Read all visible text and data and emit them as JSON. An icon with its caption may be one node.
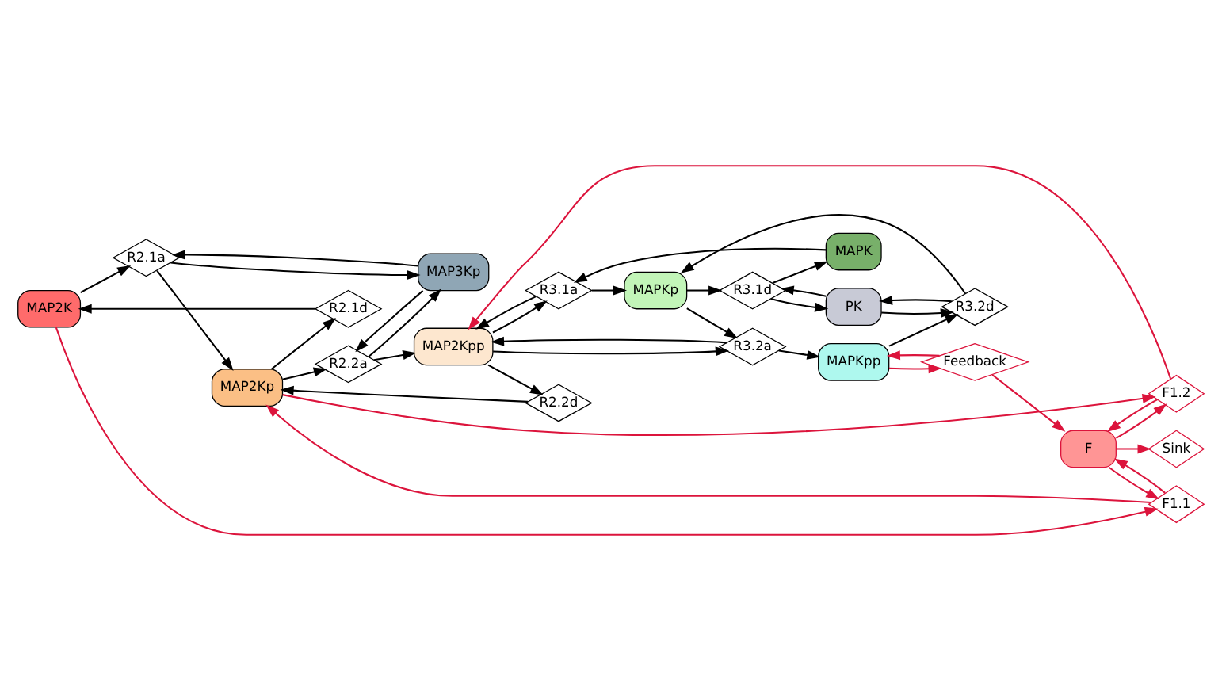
{
  "diagram": {
    "nodes": [
      {
        "text": [
          "MAP2K"
        ]
      },
      {
        "text": [
          "R2.1d"
        ]
      },
      {
        "text": [
          "R2.1a"
        ]
      },
      {
        "text": [
          "MAP2Kp"
        ]
      },
      {
        "text": [
          "R2.2d"
        ]
      },
      {
        "text": [
          "MAPK"
        ]
      },
      {
        "text": [
          "F1.1"
        ]
      },
      {
        "text": [
          "R3.1a"
        ]
      },
      {
        "text": [
          "R3.1d"
        ]
      },
      {
        "text": [
          "MAP3Kp"
        ]
      },
      {
        "text": [
          "R2.2a"
        ]
      },
      {
        "text": [
          "MAP2Kpp"
        ]
      },
      {
        "text": [
          "MAPKp"
        ]
      },
      {
        "text": [
          "PK"
        ]
      },
      {
        "text": [
          "F"
        ]
      },
      {
        "text": [
          "F1.2"
        ]
      },
      {
        "text": [
          "R3.2a"
        ]
      },
      {
        "text": [
          "R3.2d"
        ]
      },
      {
        "text": [
          "Sink"
        ]
      },
      {
        "text": [
          "Feedback"
        ]
      },
      {
        "text": [
          "MAPKpp"
        ]
      }
    ],
    "edges": [
      {
        "from": 0,
        "to": 2,
        "arrow": "to"
      },
      {
        "from": 1,
        "to": 0,
        "arrow": "to"
      },
      {
        "from": 3,
        "to": 1,
        "arrow": "to"
      },
      {
        "from": 2,
        "to": 3,
        "arrow": "to"
      },
      {
        "from": 9,
        "to": 2,
        "arrow": "to"
      },
      {
        "from": 2,
        "to": 9,
        "arrow": "to"
      },
      {
        "from": 4,
        "to": 3,
        "arrow": "to"
      },
      {
        "from": 3,
        "to": 10,
        "arrow": "to"
      },
      {
        "from": 9,
        "to": 10,
        "arrow": "to"
      },
      {
        "from": 10,
        "to": 9,
        "arrow": "to"
      },
      {
        "from": 10,
        "to": 11,
        "arrow": "to"
      },
      {
        "from": 11,
        "to": 4,
        "arrow": "to"
      },
      {
        "from": 11,
        "to": 7,
        "arrow": "to"
      },
      {
        "from": 7,
        "to": 11,
        "arrow": "to"
      },
      {
        "from": 5,
        "to": 7,
        "arrow": "to"
      },
      {
        "from": 7,
        "to": 12,
        "arrow": "to"
      },
      {
        "from": 12,
        "to": 8,
        "arrow": "to"
      },
      {
        "from": 8,
        "to": 5,
        "arrow": "to"
      },
      {
        "from": 8,
        "to": 13,
        "arrow": "to"
      },
      {
        "from": 13,
        "to": 8,
        "arrow": "to"
      },
      {
        "from": 12,
        "to": 16,
        "arrow": "to"
      },
      {
        "from": 11,
        "to": 16,
        "arrow": "to"
      },
      {
        "from": 16,
        "to": 11,
        "arrow": "to"
      },
      {
        "from": 16,
        "to": 20,
        "arrow": "to"
      },
      {
        "from": 20,
        "to": 17,
        "arrow": "to"
      },
      {
        "from": 17,
        "to": 12,
        "arrow": "to"
      },
      {
        "from": 17,
        "to": 13,
        "arrow": "to"
      },
      {
        "from": 13,
        "to": 17,
        "arrow": "to"
      },
      {
        "from": 0,
        "to": 6,
        "arrow": "to",
        "color": "#dc143c"
      },
      {
        "from": 6,
        "to": 3,
        "arrow": "to",
        "color": "#dc143c"
      },
      {
        "from": 14,
        "to": 6,
        "arrow": "to",
        "color": "#dc143c"
      },
      {
        "from": 6,
        "to": 14,
        "arrow": "to",
        "color": "#dc143c"
      },
      {
        "from": 3,
        "to": 15,
        "arrow": "to",
        "color": "#dc143c"
      },
      {
        "from": 15,
        "to": 11,
        "arrow": "to",
        "color": "#dc143c"
      },
      {
        "from": 14,
        "to": 15,
        "arrow": "to",
        "color": "#dc143c"
      },
      {
        "from": 15,
        "to": 14,
        "arrow": "to",
        "color": "#dc143c"
      },
      {
        "from": 14,
        "to": 18,
        "arrow": "to",
        "color": "#dc143c"
      },
      {
        "from": 19,
        "to": 14,
        "arrow": "to",
        "color": "#dc143c"
      },
      {
        "from": 20,
        "to": 19,
        "arrow": "to",
        "color": "#dc143c"
      },
      {
        "from": 19,
        "to": 20,
        "arrow": "to",
        "color": "#dc143c"
      }
    ]
  }
}
